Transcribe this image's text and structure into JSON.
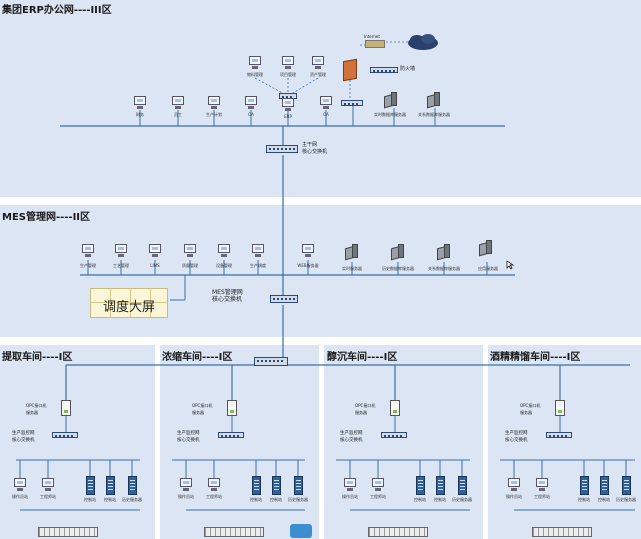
{
  "zones": {
    "erp": {
      "title": "集团ERP办公网----III区"
    },
    "mes": {
      "title": "MES管理网----II区"
    },
    "extract": {
      "title": "提取车间----I区"
    },
    "concentrate": {
      "title": "浓缩车间----I区"
    },
    "sediment": {
      "title": "醇沉车间----I区"
    },
    "alcohol": {
      "title": "酒精精馏车间----I区"
    }
  },
  "erp": {
    "internet_label": "Internet",
    "firewall_label": "防火墙",
    "pcs_top": [
      "物料管理",
      "项目管理",
      "资产管理"
    ],
    "pcs_row": [
      "财务",
      "员工",
      "生产计划",
      "OA",
      "ERP",
      "OA"
    ],
    "servers": [
      "实时数据库服务器",
      "关系数据库服务器"
    ],
    "core_switch": "主干网\n核心交换机"
  },
  "mes": {
    "pcs": [
      "生产管理",
      "工艺管理",
      "LIMS",
      "质量管理",
      "设备管理",
      "生产调度",
      "WEB服务器"
    ],
    "servers": [
      "实时服务器",
      "历史数据库服务器",
      "关系数据库服务器",
      "应用服务器"
    ],
    "big_screen": "调度大屏",
    "core_switch": "MES管理网\n核心交换机"
  },
  "workshop": {
    "opc_label": "OPC接口机\n服务器",
    "switch_label": "生产监控网\n核心交换机",
    "switch_label_extract": "生产监控网\n核心交换机",
    "ws": [
      "操作员站",
      "工程师站"
    ],
    "racks": [
      "控制站",
      "控制站",
      "历史服务器"
    ]
  }
}
